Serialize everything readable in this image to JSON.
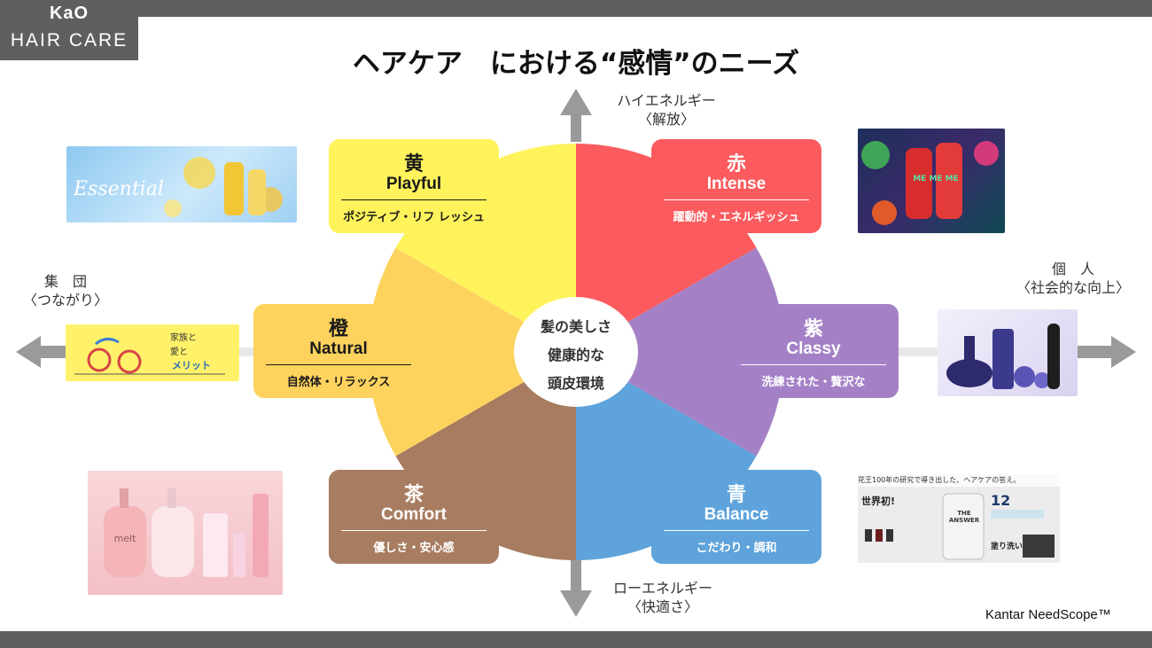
{
  "logo": {
    "brand": "KaO",
    "line": "HAIR CARE"
  },
  "title": "ヘアケア　における“感情”のニーズ",
  "axes": {
    "top": {
      "line1": "ハイエネルギー",
      "line2": "〈解放〉"
    },
    "bottom": {
      "line1": "ローエネルギー",
      "line2": "〈快適さ〉"
    },
    "left": {
      "line1": "集　団",
      "line2": "〈つながり〉"
    },
    "right": {
      "line1": "個　人",
      "line2": "〈社会的な向上〉"
    }
  },
  "center": {
    "line1": "髪の美しさ",
    "line2": "健康的な",
    "line3": "頭皮環境"
  },
  "segments": [
    {
      "kanji": "黄",
      "name": "Playful",
      "desc": "ポジティブ・リフ レッシュ",
      "color": "#fff35c"
    },
    {
      "kanji": "赤",
      "name": "Intense",
      "desc": "躍動的・エネルギッシュ",
      "color": "#fb5b5e"
    },
    {
      "kanji": "紫",
      "name": "Classy",
      "desc": "洗練された・贅沢な",
      "color": "#a481c6"
    },
    {
      "kanji": "青",
      "name": "Balance",
      "desc": "こだわり・調和",
      "color": "#5ea3db"
    },
    {
      "kanji": "茶",
      "name": "Comfort",
      "desc": "優しさ・安心感",
      "color": "#a77c60"
    },
    {
      "kanji": "橙",
      "name": "Natural",
      "desc": "自然体・リラックス",
      "color": "#fdd35e"
    }
  ],
  "products": {
    "essential": {
      "label": "Essential"
    },
    "meme": {
      "label": "ME ME ME"
    },
    "merit": {
      "line1": "家族と",
      "line2": "愛と",
      "brand": "メリット"
    },
    "melt": {
      "label": "melt"
    },
    "answer": {
      "header": "花王100年の研究で導き出した、ヘアケアの答え。",
      "badge": "世界初!",
      "brand": "THE ANSWER",
      "number": "12",
      "wash": "塗り洗い"
    }
  },
  "credit": "Kantar NeedScope™"
}
